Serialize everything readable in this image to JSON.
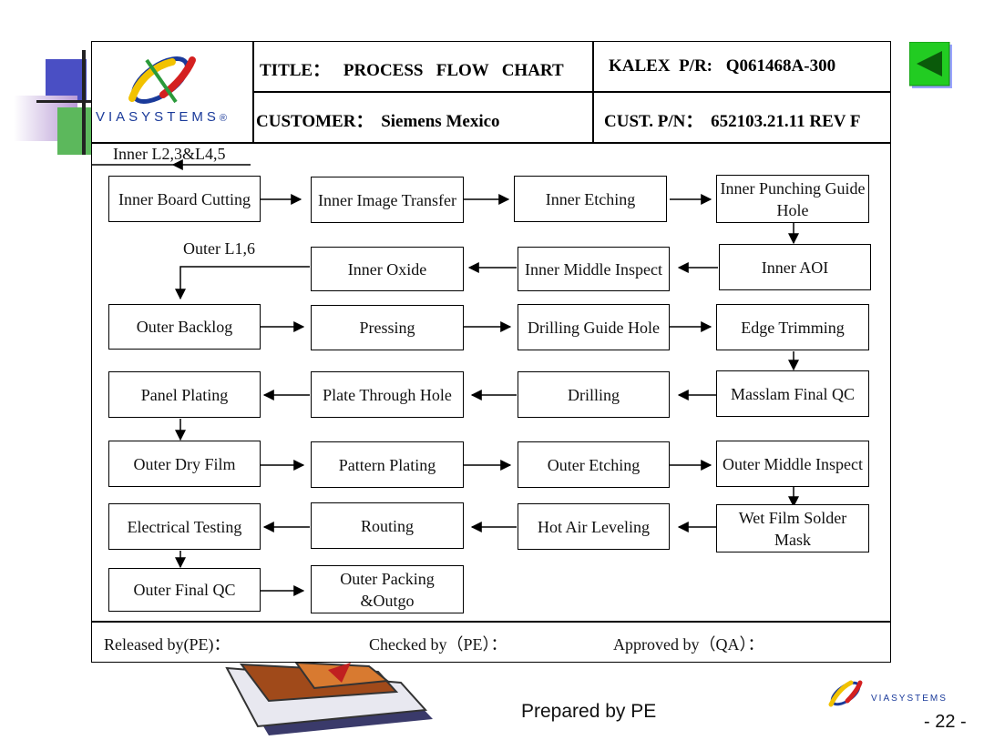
{
  "header": {
    "title_label": "TITLE：",
    "title_value": "PROCESS   FLOW   CHART",
    "kalex_label": "KALEX  P/R:",
    "kalex_value": "Q061468A-300",
    "customer_label": "CUSTOMER：",
    "customer_value": "Siemens Mexico",
    "custpn_label": "CUST. P/N：",
    "custpn_value": "652103.21.11 REV F",
    "logo_text": "VIASYSTEMS",
    "logo_reg": "®"
  },
  "labels": {
    "inner": "Inner L2,3&L4,5",
    "outer": "Outer L1,6"
  },
  "steps": {
    "inner_board_cutting": "Inner Board Cutting",
    "inner_image_transfer": "Inner Image Transfer",
    "inner_etching": "Inner Etching",
    "inner_punching": "Inner Punching Guide Hole",
    "inner_aoi": "Inner AOI",
    "inner_middle_inspect": "Inner Middle Inspect",
    "inner_oxide": "Inner Oxide",
    "outer_backlog": "Outer Backlog",
    "pressing": "Pressing",
    "drilling_guide_hole": "Drilling Guide Hole",
    "edge_trimming": "Edge Trimming",
    "masslam_final_qc": "Masslam Final QC",
    "drilling": "Drilling",
    "plate_through_hole": "Plate Through Hole",
    "panel_plating": "Panel Plating",
    "outer_dry_film": "Outer Dry Film",
    "pattern_plating": "Pattern Plating",
    "outer_etching": "Outer Etching",
    "outer_middle_inspect": "Outer Middle Inspect",
    "wet_film_solder_mask": "Wet Film Solder Mask",
    "hot_air_leveling": "Hot Air Leveling",
    "routing": "Routing",
    "electrical_testing": "Electrical Testing",
    "outer_final_qc": "Outer Final QC",
    "outer_packing": "Outer Packing &Outgo"
  },
  "footer": {
    "released": "Released by(PE)：",
    "checked": "Checked by（PE）：",
    "approved": "Approved by（QA）："
  },
  "slide": {
    "prepared": "Prepared by PE",
    "page": "- 22 -",
    "logo_text": "VIASYSTEMS"
  },
  "colors": {
    "nav_button": "#22cc22",
    "accent_blue": "#4a4fc4",
    "accent_green": "#5cb85c"
  },
  "icons": [
    "viasystems-logo-icon",
    "back-arrow-icon",
    "books-icon"
  ]
}
